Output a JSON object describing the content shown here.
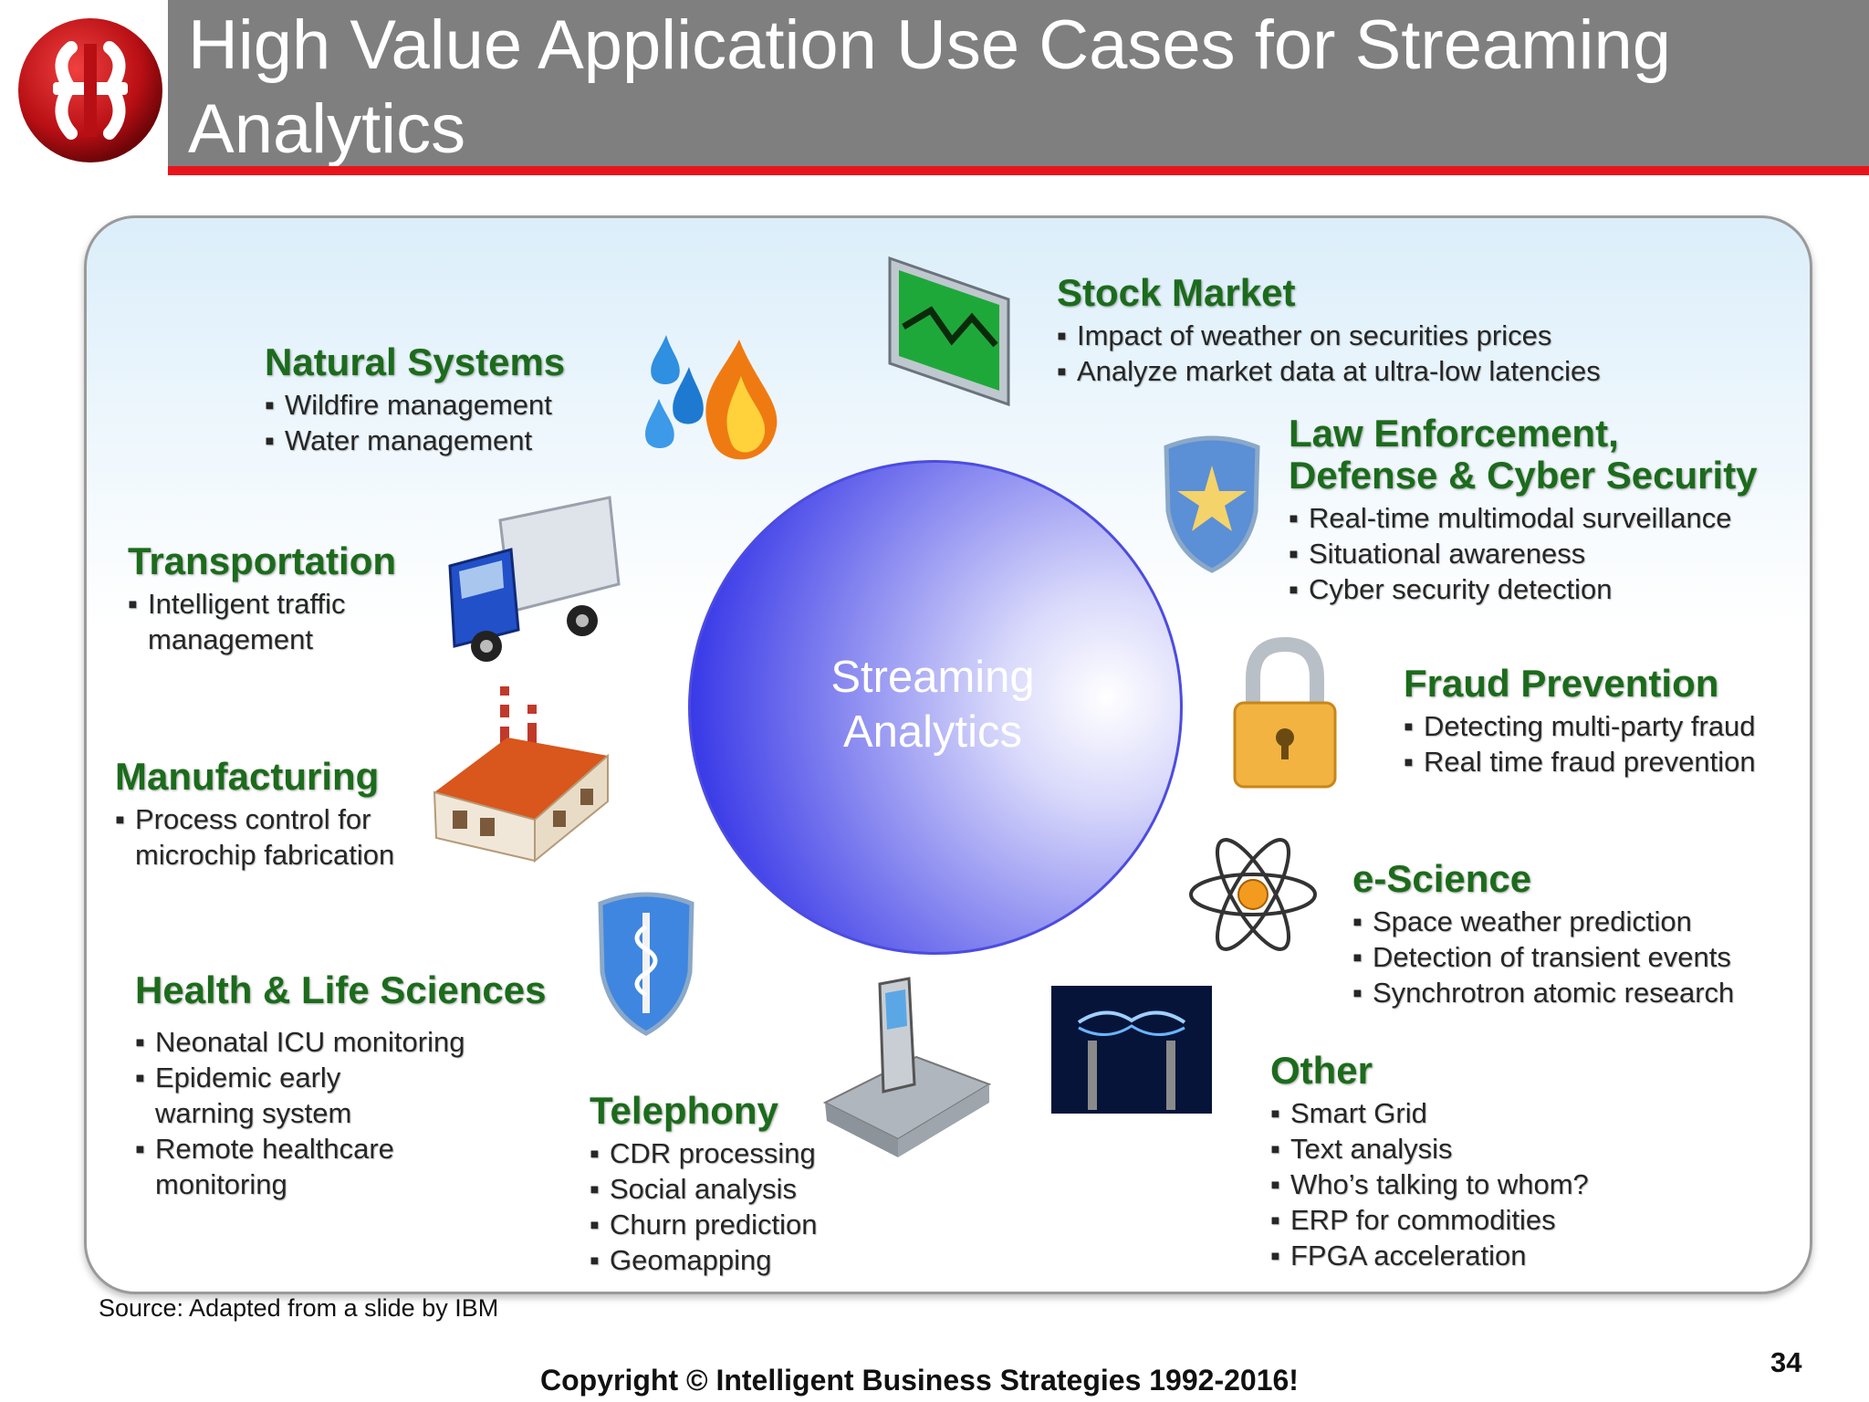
{
  "title": "High Value Application Use Cases for Streaming Analytics",
  "center_label": [
    "Streaming",
    "Analytics"
  ],
  "categories": {
    "stock_market": {
      "title": "Stock Market",
      "items": [
        "Impact of weather on securities prices",
        "Analyze market data at ultra-low latencies"
      ],
      "icon": "stock-chart-icon"
    },
    "natural_systems": {
      "title": "Natural Systems",
      "items": [
        "Wildfire management",
        "Water management"
      ],
      "icon": "water-fire-icon"
    },
    "law_enforcement": {
      "title_line1": "Law Enforcement,",
      "title_line2": "Defense & Cyber Security",
      "items": [
        "Real-time multimodal surveillance",
        "Situational awareness",
        "Cyber security detection"
      ],
      "icon": "star-shield-icon"
    },
    "transportation": {
      "title": "Transportation",
      "items": [
        "Intelligent traffic management"
      ],
      "icon": "truck-icon"
    },
    "fraud_prevention": {
      "title": "Fraud Prevention",
      "items": [
        "Detecting multi-party fraud",
        "Real time fraud prevention"
      ],
      "icon": "padlock-icon"
    },
    "manufacturing": {
      "title": "Manufacturing",
      "items": [
        "Process control for microchip fabrication"
      ],
      "icon": "factory-icon"
    },
    "e_science": {
      "title": "e-Science",
      "items": [
        "Space weather prediction",
        "Detection of transient events",
        "Synchrotron atomic research"
      ],
      "icon": "atom-icon"
    },
    "health": {
      "title": "Health & Life Sciences",
      "items": [
        "Neonatal ICU monitoring",
        "Epidemic early warning system",
        "Remote healthcare monitoring"
      ],
      "icon": "medical-shield-icon"
    },
    "telephony": {
      "title": "Telephony",
      "items": [
        "CDR processing",
        "Social analysis",
        "Churn prediction",
        "Geomapping"
      ],
      "icon": "phone-icon"
    },
    "other": {
      "title": "Other",
      "items": [
        "Smart Grid",
        "Text analysis",
        "Who’s talking to whom?",
        "ERP for commodities",
        "FPGA acceleration"
      ],
      "icon": "electric-arc-icon"
    }
  },
  "source": "Source: Adapted from a slide by IBM",
  "copyright": "Copyright © Intelligent Business Strategies 1992-2016!",
  "page_number": "34",
  "colors": {
    "title_bar": "#7f7f7f",
    "accent_red": "#e8141b",
    "category_green": "#1c6b1c",
    "circle_blue": "#3a3ae8"
  }
}
